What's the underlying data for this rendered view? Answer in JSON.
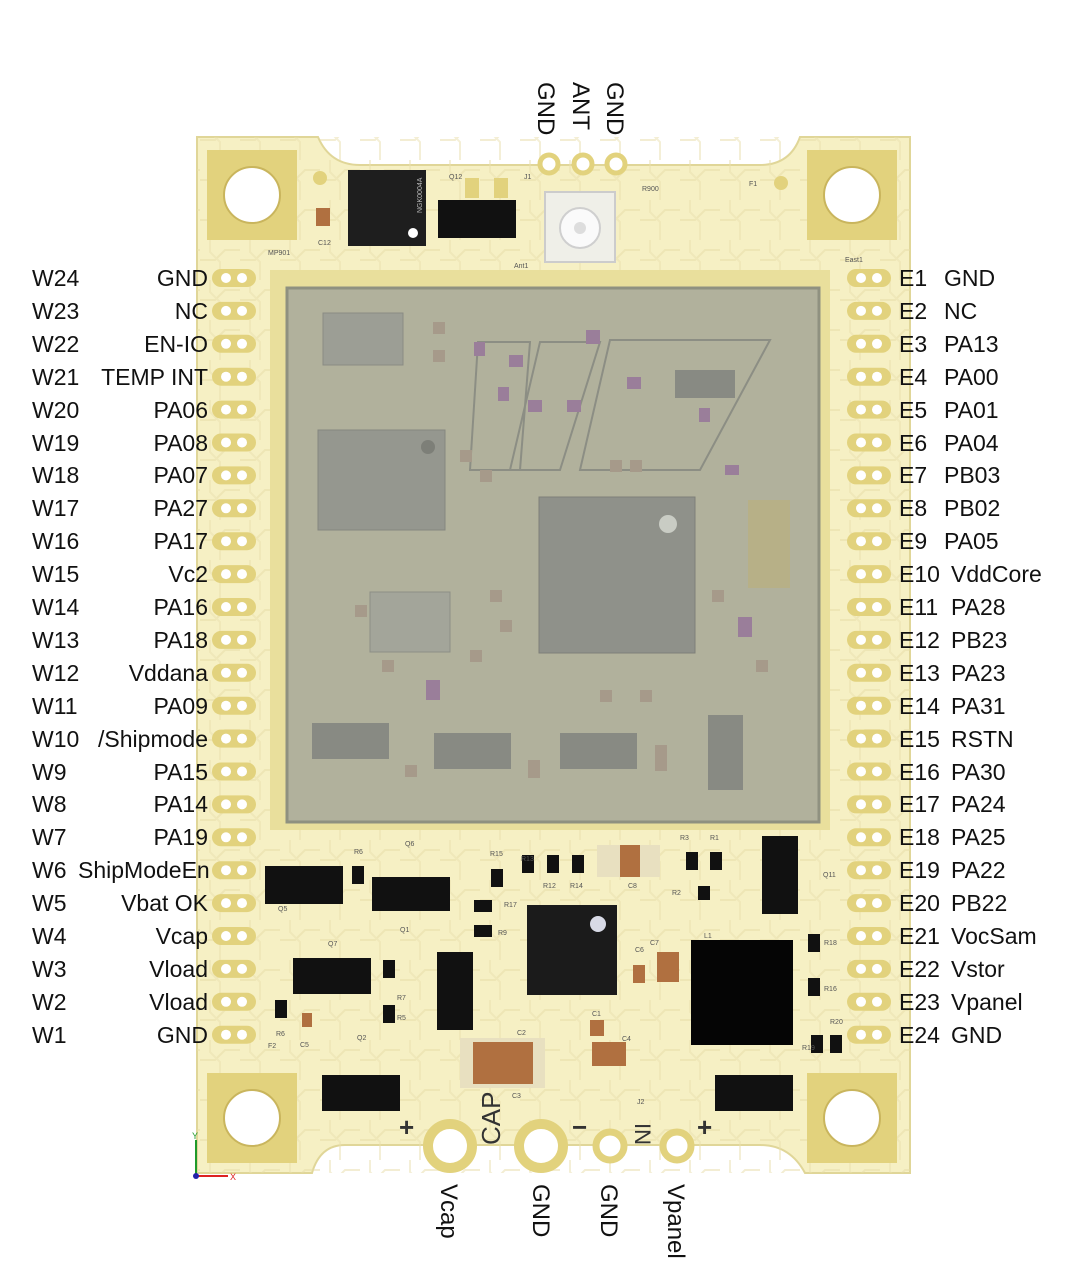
{
  "west_pins": [
    {
      "num": "W24",
      "name": "GND"
    },
    {
      "num": "W23",
      "name": "NC"
    },
    {
      "num": "W22",
      "name": "EN-IO"
    },
    {
      "num": "W21",
      "name": "TEMP INT"
    },
    {
      "num": "W20",
      "name": "PA06"
    },
    {
      "num": "W19",
      "name": "PA08"
    },
    {
      "num": "W18",
      "name": "PA07"
    },
    {
      "num": "W17",
      "name": "PA27"
    },
    {
      "num": "W16",
      "name": "PA17"
    },
    {
      "num": "W15",
      "name": "Vc2"
    },
    {
      "num": "W14",
      "name": "PA16"
    },
    {
      "num": "W13",
      "name": "PA18"
    },
    {
      "num": "W12",
      "name": "Vddana"
    },
    {
      "num": "W11",
      "name": "PA09"
    },
    {
      "num": "W10",
      "name": "/Shipmode"
    },
    {
      "num": "W9",
      "name": "PA15"
    },
    {
      "num": "W8",
      "name": "PA14"
    },
    {
      "num": "W7",
      "name": "PA19"
    },
    {
      "num": "W6",
      "name": "ShipModeEn"
    },
    {
      "num": "W5",
      "name": "Vbat OK"
    },
    {
      "num": "W4",
      "name": "Vcap"
    },
    {
      "num": "W3",
      "name": "Vload"
    },
    {
      "num": "W2",
      "name": "Vload"
    },
    {
      "num": "W1",
      "name": "GND"
    }
  ],
  "east_pins": [
    {
      "num": "E1",
      "name": "GND"
    },
    {
      "num": "E2",
      "name": "NC"
    },
    {
      "num": "E3",
      "name": "PA13"
    },
    {
      "num": "E4",
      "name": "PA00"
    },
    {
      "num": "E5",
      "name": "PA01"
    },
    {
      "num": "E6",
      "name": "PA04"
    },
    {
      "num": "E7",
      "name": "PB03"
    },
    {
      "num": "E8",
      "name": "PB02"
    },
    {
      "num": "E9",
      "name": "PA05"
    },
    {
      "num": "E10",
      "name": "VddCore"
    },
    {
      "num": "E11",
      "name": "PA28"
    },
    {
      "num": "E12",
      "name": "PB23"
    },
    {
      "num": "E13",
      "name": "PA23"
    },
    {
      "num": "E14",
      "name": "PA31"
    },
    {
      "num": "E15",
      "name": "RSTN"
    },
    {
      "num": "E16",
      "name": "PA30"
    },
    {
      "num": "E17",
      "name": "PA24"
    },
    {
      "num": "E18",
      "name": "PA25"
    },
    {
      "num": "E19",
      "name": "PA22"
    },
    {
      "num": "E20",
      "name": "PB22"
    },
    {
      "num": "E21",
      "name": "VocSam"
    },
    {
      "num": "E22",
      "name": "Vstor"
    },
    {
      "num": "E23",
      "name": "Vpanel"
    },
    {
      "num": "E24",
      "name": "GND"
    }
  ],
  "top_pins": [
    "GND",
    "ANT",
    "GND"
  ],
  "bottom_pins": [
    "Vcap",
    "GND",
    "GND",
    "Vpanel"
  ],
  "board_marks": {
    "cap": "CAP",
    "in": "IN",
    "plus": "+",
    "minus": "−"
  },
  "silkscreen": {
    "q12": "Q12",
    "j1": "J1",
    "r900": "R900",
    "f1": "F1",
    "mp901": "MP901",
    "c12": "C12",
    "ant1": "Ant1",
    "east1": "East1",
    "chip_marking": "NGK0004A",
    "r6a": "R6",
    "q6": "Q6",
    "q5": "Q5",
    "r15": "R15",
    "r13": "R13",
    "r12": "R12",
    "r14": "R14",
    "r3": "R3",
    "r1": "R1",
    "r2": "R2",
    "c8": "C8",
    "q11": "Q11",
    "r17": "R17",
    "r9": "R9",
    "c6": "C6",
    "c7": "C7",
    "l1": "L1",
    "r18": "R18",
    "r16": "R16",
    "r20": "R20",
    "r19": "R19",
    "q7": "Q7",
    "r7": "R7",
    "r5": "R5",
    "q1": "Q1",
    "r6b": "R6",
    "c5": "C5",
    "f2": "F2",
    "q2": "Q2",
    "c2": "C2",
    "c3": "C3",
    "c1": "C1",
    "c4": "C4",
    "j2": "J2"
  },
  "axes": {
    "y": "Y",
    "x": "X"
  },
  "colors": {
    "board": "#f6f0c4",
    "gold": "#e2d27d",
    "gold_dark": "#c9b55d",
    "shield": "#a8aa9a",
    "chip": "#1e1e1e",
    "copper": "#b07040"
  }
}
